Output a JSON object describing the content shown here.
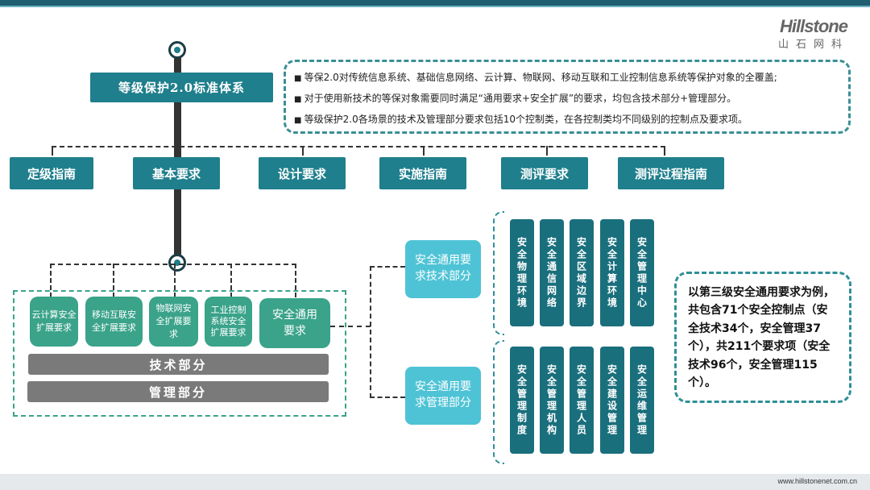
{
  "logo": {
    "en": "Hillstone",
    "cn": "山石网科"
  },
  "footer": "www.hillstonenet.com.cn",
  "root": "等级保护2.0标准体系",
  "info": [
    "等保2.0对传统信息系统、基础信息网络、云计算、物联网、移动互联和工业控制信息系统等保护对象的全覆盖;",
    "对于使用新技术的等保对象需要同时满足“通用要求+安全扩展”的要求，均包含技术部分+管理部分。",
    "等级保护2.0各场景的技术及管理部分要求包括10个控制类，在各控制类均不同级别的控制点及要求项。"
  ],
  "categories": [
    "定级指南",
    "基本要求",
    "设计要求",
    "实施指南",
    "测评要求",
    "测评过程指南"
  ],
  "extensions": [
    "云计算安全扩展要求",
    "移动互联安全扩展要求",
    "物联网安全扩展要求",
    "工业控制系统安全扩展要求",
    "安全通用要求"
  ],
  "bars": [
    "技术部分",
    "管理部分"
  ],
  "tech_label": "安全通用要求技术部分",
  "mgmt_label": "安全通用要求管理部分",
  "tech_items": [
    "安全物理环境",
    "安全通信网络",
    "安全区域边界",
    "安全计算环境",
    "安全管理中心"
  ],
  "mgmt_items": [
    "安全管理制度",
    "安全管理机构",
    "安全管理人员",
    "安全建设管理",
    "安全运维管理"
  ],
  "note": "以第三级安全通用要求为例，共包含71个安全控制点（安全技术34个，安全管理37个），共211个要求项（安全技术96个，安全管理115个）。"
}
